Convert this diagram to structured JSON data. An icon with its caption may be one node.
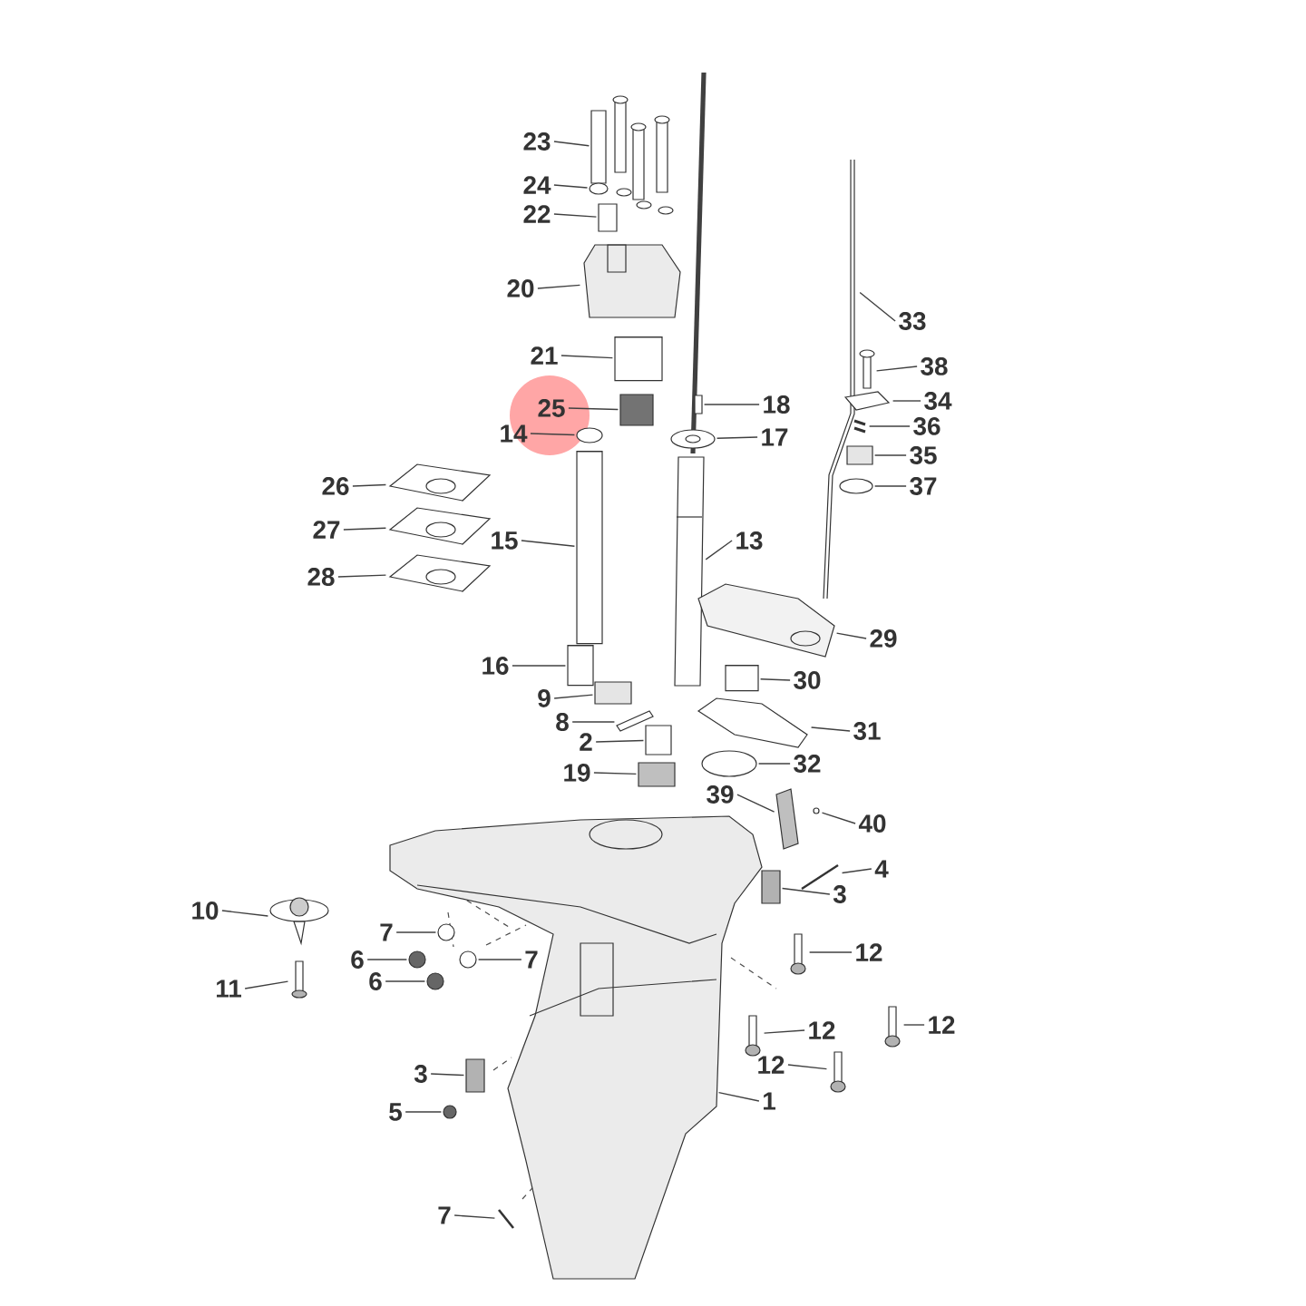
{
  "diagram": {
    "nodes": [
      {
        "text": [
          "23"
        ]
      },
      {
        "text": [
          "24"
        ]
      },
      {
        "text": [
          "22"
        ]
      },
      {
        "text": [
          "20"
        ]
      },
      {
        "text": [
          "33"
        ]
      },
      {
        "text": [
          "21"
        ]
      },
      {
        "text": [
          "38"
        ]
      },
      {
        "text": [
          "34"
        ]
      },
      {
        "text": [
          "18"
        ]
      },
      {
        "text": [
          "25"
        ]
      },
      {
        "text": [
          "36"
        ]
      },
      {
        "text": [
          "14"
        ]
      },
      {
        "text": [
          "17"
        ]
      },
      {
        "text": [
          "35"
        ]
      },
      {
        "text": [
          "26"
        ]
      },
      {
        "text": [
          "37"
        ]
      },
      {
        "text": [
          "27"
        ]
      },
      {
        "text": [
          "15"
        ]
      },
      {
        "text": [
          "13"
        ]
      },
      {
        "text": [
          "28"
        ]
      },
      {
        "text": [
          "29"
        ]
      },
      {
        "text": [
          "16"
        ]
      },
      {
        "text": [
          "30"
        ]
      },
      {
        "text": [
          "9"
        ]
      },
      {
        "text": [
          "8"
        ]
      },
      {
        "text": [
          "31"
        ]
      },
      {
        "text": [
          "2"
        ]
      },
      {
        "text": [
          "32"
        ]
      },
      {
        "text": [
          "19"
        ]
      },
      {
        "text": [
          "39"
        ]
      },
      {
        "text": [
          "40"
        ]
      },
      {
        "text": [
          "4"
        ]
      },
      {
        "text": [
          "3"
        ]
      },
      {
        "text": [
          "10"
        ]
      },
      {
        "text": [
          "7"
        ]
      },
      {
        "text": [
          "12"
        ]
      },
      {
        "text": [
          "6"
        ]
      },
      {
        "text": [
          "7"
        ]
      },
      {
        "text": [
          "6"
        ]
      },
      {
        "text": [
          "11"
        ]
      },
      {
        "text": [
          "12"
        ]
      },
      {
        "text": [
          "12"
        ]
      },
      {
        "text": [
          "12"
        ]
      },
      {
        "text": [
          "3"
        ]
      },
      {
        "text": [
          "1"
        ]
      },
      {
        "text": [
          "5"
        ]
      },
      {
        "text": [
          "7"
        ]
      },
      {
        "text": [],
        "shape": "bar"
      },
      {
        "text": [],
        "shape": "circle"
      },
      {
        "text": [],
        "shape": "box"
      },
      {
        "text": [],
        "shape": "picture"
      },
      {
        "text": [],
        "shape": "picture"
      },
      {
        "text": [],
        "shape": "cylinder"
      },
      {
        "text": [],
        "shape": "picture"
      },
      {
        "text": [],
        "shape": "picture"
      },
      {
        "text": [],
        "shape": "bar"
      },
      {
        "text": [],
        "shape": "box"
      },
      {
        "text": [],
        "shape": "picture"
      },
      {
        "text": [],
        "shape": "circle"
      },
      {
        "text": [],
        "shape": "picture"
      },
      {
        "text": [],
        "shape": "box"
      },
      {
        "text": [],
        "shape": "picture"
      },
      {
        "text": [],
        "shape": "circle"
      },
      {
        "text": [],
        "shape": "picture"
      },
      {
        "text": [],
        "shape": "cylinder"
      },
      {
        "text": [],
        "shape": "picture"
      },
      {
        "text": [],
        "shape": "picture"
      },
      {
        "text": [],
        "shape": "picture"
      },
      {
        "text": [],
        "shape": "cylinder"
      },
      {
        "text": [],
        "shape": "cylinder"
      },
      {
        "text": [],
        "shape": "box"
      },
      {
        "text": [],
        "shape": "picture"
      },
      {
        "text": [],
        "shape": "picture"
      },
      {
        "text": [],
        "shape": "box"
      },
      {
        "text": [],
        "shape": "circle"
      },
      {
        "text": [],
        "shape": "box"
      },
      {
        "text": [],
        "shape": "picture"
      },
      {
        "text": [],
        "shape": "picture"
      },
      {
        "text": [],
        "shape": "picture"
      },
      {
        "text": [],
        "shape": "box"
      },
      {
        "text": [],
        "shape": "picture"
      },
      {
        "text": [],
        "shape": "circle"
      },
      {
        "text": [],
        "shape": "picture"
      },
      {
        "text": [],
        "shape": "circle"
      },
      {
        "text": [],
        "shape": "circle"
      },
      {
        "text": [],
        "shape": "circle"
      },
      {
        "text": [],
        "shape": "picture"
      },
      {
        "text": [],
        "shape": "picture"
      },
      {
        "text": [],
        "shape": "picture"
      },
      {
        "text": [],
        "shape": "picture"
      },
      {
        "text": [],
        "shape": "box"
      },
      {
        "text": [],
        "shape": "picture"
      },
      {
        "text": [],
        "shape": "circle"
      },
      {
        "text": [],
        "shape": "picture"
      }
    ],
    "edges": [
      {
        "from": 0,
        "to": 47,
        "arrow": "none"
      },
      {
        "from": 1,
        "to": 48,
        "arrow": "none"
      },
      {
        "from": 2,
        "to": 49,
        "arrow": "none"
      },
      {
        "from": 3,
        "to": 50,
        "arrow": "none"
      },
      {
        "from": 4,
        "to": 51,
        "arrow": "none"
      },
      {
        "from": 5,
        "to": 52,
        "arrow": "none"
      },
      {
        "from": 6,
        "to": 53,
        "arrow": "none"
      },
      {
        "from": 7,
        "to": 54,
        "arrow": "none"
      },
      {
        "from": 8,
        "to": 55,
        "arrow": "none"
      },
      {
        "from": 9,
        "to": 56,
        "arrow": "none"
      },
      {
        "from": 10,
        "to": 57,
        "arrow": "none"
      },
      {
        "from": 11,
        "to": 58,
        "arrow": "none"
      },
      {
        "from": 12,
        "to": 59,
        "arrow": "none"
      },
      {
        "from": 13,
        "to": 60,
        "arrow": "none"
      },
      {
        "from": 14,
        "to": 61,
        "arrow": "none"
      },
      {
        "from": 15,
        "to": 62,
        "arrow": "none"
      },
      {
        "from": 16,
        "to": 63,
        "arrow": "none"
      },
      {
        "from": 17,
        "to": 64,
        "arrow": "none"
      },
      {
        "from": 18,
        "to": 65,
        "arrow": "none"
      },
      {
        "from": 19,
        "to": 66,
        "arrow": "none"
      },
      {
        "from": 20,
        "to": 67,
        "arrow": "none"
      },
      {
        "from": 21,
        "to": 68,
        "arrow": "none"
      },
      {
        "from": 22,
        "to": 69,
        "arrow": "none"
      },
      {
        "from": 23,
        "to": 70,
        "arrow": "none"
      },
      {
        "from": 24,
        "to": 71,
        "arrow": "none"
      },
      {
        "from": 25,
        "to": 72,
        "arrow": "none"
      },
      {
        "from": 26,
        "to": 73,
        "arrow": "none"
      },
      {
        "from": 27,
        "to": 74,
        "arrow": "none"
      },
      {
        "from": 28,
        "to": 75,
        "arrow": "none"
      },
      {
        "from": 29,
        "to": 76,
        "arrow": "none"
      },
      {
        "from": 30,
        "to": 77,
        "arrow": "none"
      },
      {
        "from": 31,
        "to": 78,
        "arrow": "none"
      },
      {
        "from": 32,
        "to": 79,
        "arrow": "none"
      },
      {
        "from": 33,
        "to": 80,
        "arrow": "none"
      },
      {
        "from": 34,
        "to": 81,
        "arrow": "none"
      },
      {
        "from": 35,
        "to": 82,
        "arrow": "none"
      },
      {
        "from": 36,
        "to": 83,
        "arrow": "none"
      },
      {
        "from": 37,
        "to": 84,
        "arrow": "none"
      },
      {
        "from": 38,
        "to": 85,
        "arrow": "none"
      },
      {
        "from": 39,
        "to": 86,
        "arrow": "none"
      },
      {
        "from": 40,
        "to": 87,
        "arrow": "none"
      },
      {
        "from": 41,
        "to": 88,
        "arrow": "none"
      },
      {
        "from": 42,
        "to": 89,
        "arrow": "none"
      },
      {
        "from": 43,
        "to": 90,
        "arrow": "none"
      },
      {
        "from": 44,
        "to": 91,
        "arrow": "none"
      },
      {
        "from": 45,
        "to": 92,
        "arrow": "none"
      },
      {
        "from": 46,
        "to": 93,
        "arrow": "none"
      }
    ]
  }
}
